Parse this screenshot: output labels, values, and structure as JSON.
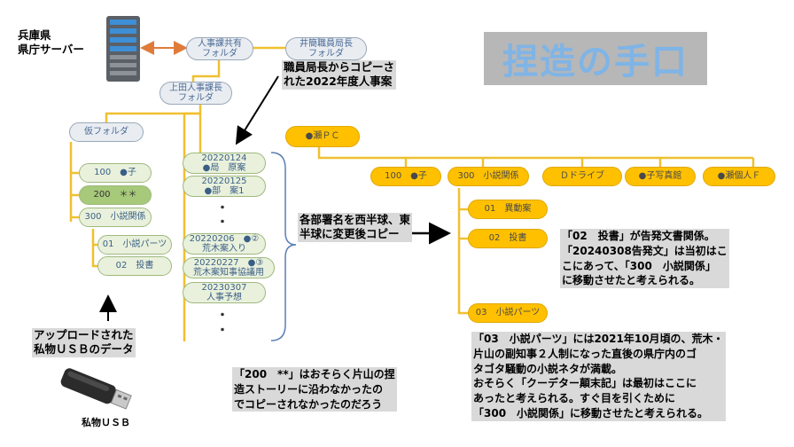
{
  "title": "捏造の手口",
  "server": {
    "label_line1": "兵庫県",
    "label_line2": "県庁サーバー"
  },
  "top_folders": {
    "jinji_line1": "人事課共有",
    "jinji_line2": "フォルダ",
    "inoue_line1": "井簡職員局長",
    "inoue_line2": "フォルダ",
    "ueda_line1": "上田人事課長",
    "ueda_line2": "フォルダ"
  },
  "copy_note": {
    "line1": "職員局長からコピーさ",
    "line2": "れた2022年度人事案"
  },
  "kari_folder": "仮フォルダ",
  "usb_items": {
    "item100": "100　●子",
    "item200": "200　＊＊",
    "item300": "300　小説関係",
    "sub01": "01　小説パーツ",
    "sub02": "02　投書"
  },
  "doc_items": [
    {
      "line1": "20220124",
      "line2": "●局　原案"
    },
    {
      "line1": "20220125",
      "line2": "●部　案1"
    },
    {
      "line1": "20220206　●②",
      "line2": "荒木案入り"
    },
    {
      "line1": "20220227　●③",
      "line2": "荒木案知事協議用"
    },
    {
      "line1": "20230307",
      "line2": "人事予想"
    }
  ],
  "dots": "・",
  "brace_note": {
    "line1": "各部署名を西半球、東",
    "line2": "半球に変更後コピー"
  },
  "pc": {
    "root": "●瀬ＰＣ",
    "c100": "100　●子",
    "c300": "300　小説関係",
    "cd": "Ｄドライブ",
    "cphoto": "●子写真館",
    "cpersonal": "●瀬個人Ｆ",
    "s01": "01　異動案",
    "s02": "02　投書",
    "s03": "03　小説パーツ"
  },
  "note_toushou": {
    "line1": "「02　投書」が告発文書関係。",
    "line2": "「20240308告発文」は当初はこ",
    "line3": "こにあって、「300　小説関係」",
    "line4": "に移動させたと考えられる。"
  },
  "note_parts": {
    "line1": "「03　小説パーツ」には2021年10月頃の、荒木・",
    "line2": "片山の副知事２人制になった直後の県庁内のゴ",
    "line3": "タゴタ騒動の小説ネタが満載。",
    "line4": "おそらく「クーデター顛末記」は最初はここに",
    "line5": "あったと考えられる。すぐ目を引くために",
    "line6": "「300　小説関係」に移動させたと考えられる。"
  },
  "usb_note": {
    "line1": "アップロードされた",
    "line2": "私物ＵＳＢのデータ"
  },
  "n200_note": {
    "line1": "「200　**」はおそらく片山の捏",
    "line2": "造ストーリーに沿わなかったの",
    "line3": "でコピーされなかったのだろう"
  },
  "usb_device_label": "私物ＵＳＢ",
  "colors": {
    "orange": "#ffc000",
    "green": "#e9f1dc",
    "grey": "#e9edf2",
    "title_bg": "#b7b7b7",
    "title_fg": "#7fb4e6",
    "line": "#f0c030",
    "brace": "#5a7fb5"
  }
}
